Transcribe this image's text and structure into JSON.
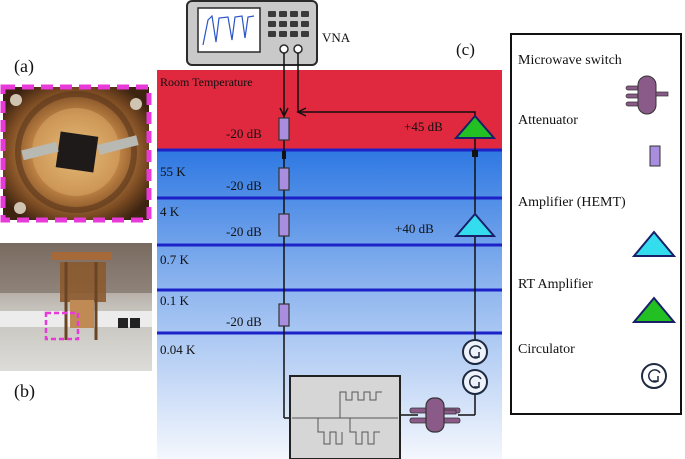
{
  "panel_labels": {
    "a": "(a)",
    "b": "(b)",
    "c": "(c)"
  },
  "instrument": {
    "name": "VNA"
  },
  "stages": [
    {
      "label": "Room Temperature"
    },
    {
      "label": "55  K"
    },
    {
      "label": "4  K"
    },
    {
      "label": "0.7 K"
    },
    {
      "label": "0.1 K"
    },
    {
      "label": "0.04 K"
    }
  ],
  "attenuators": [
    {
      "label": "-20  dB"
    },
    {
      "label": "-20  dB"
    },
    {
      "label": "-20  dB"
    },
    {
      "label": "-20  dB"
    }
  ],
  "amplifiers": [
    {
      "label": "+45  dB",
      "type": "RT",
      "color": "#22c022"
    },
    {
      "label": "+40  dB",
      "type": "HEMT",
      "color": "#33ddee"
    }
  ],
  "legend": {
    "items": [
      {
        "label": "Microwave switch",
        "icon": "microwave-switch-icon"
      },
      {
        "label": "Attenuator",
        "icon": "attenuator-icon"
      },
      {
        "label": "Amplifier (HEMT)",
        "icon": "hemt-amplifier-icon"
      },
      {
        "label": "RT Amplifier",
        "icon": "rt-amplifier-icon"
      },
      {
        "label": "Circulator",
        "icon": "circulator-icon"
      }
    ]
  },
  "colors": {
    "room_temp": "#e0283f",
    "cryo_top": "#2f7ae0",
    "cryo_bottom": "#f3f7fd",
    "stage_line": "#1c22c8",
    "attenuator": "#a98ee0",
    "switch": "#8a5a88",
    "photo_frame": "#e83ad8"
  }
}
